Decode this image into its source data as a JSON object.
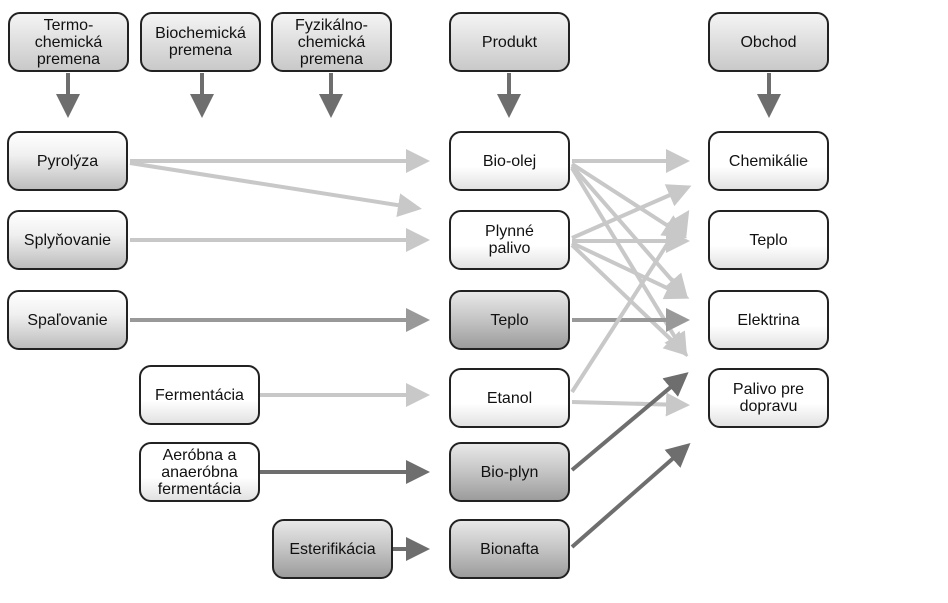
{
  "headers": {
    "thermo": "Termo-\nchemická\npremena",
    "biochem": "Biochemická\npremena",
    "physchem": "Fyzikálno-\nchemická\npremena",
    "product": "Produkt",
    "trade": "Obchod"
  },
  "processes": {
    "pyrolysis": "Pyrolýza",
    "gasification": "Splyňovanie",
    "combustion": "Spaľovanie",
    "fermentation": "Fermentácia",
    "aerobic": "Aeróbna a\nanaeróbna\nfermentácia",
    "esterification": "Esterifikácia"
  },
  "products": {
    "biooil": "Bio-olej",
    "gasfuel": "Plynné\npalivo",
    "heat": "Teplo",
    "ethanol": "Etanol",
    "biogas": "Bio-plyn",
    "bionaphtha": "Bionafta"
  },
  "markets": {
    "chemicals": "Chemikálie",
    "heat": "Teplo",
    "electricity": "Elektrina",
    "transport_fuel": "Palivo pre\ndopravu"
  },
  "colors": {
    "arrow_dark": "#6e6e6e",
    "arrow_mid": "#999999",
    "arrow_light": "#c8c8c8",
    "border": "#222222"
  }
}
